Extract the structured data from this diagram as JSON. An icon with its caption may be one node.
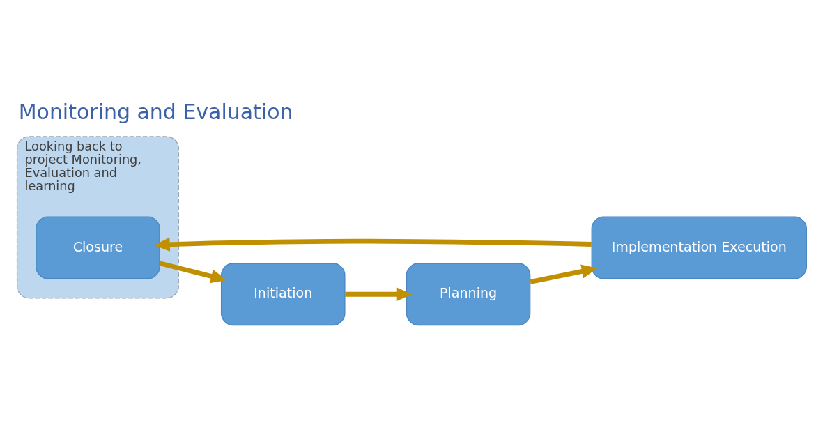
{
  "diagram": {
    "title": "Monitoring and Evaluation",
    "nodes": [
      {
        "text": [
          "Initiation"
        ]
      },
      {
        "text": [
          "Planning"
        ]
      },
      {
        "text": [
          "Implementation Execution"
        ]
      },
      {
        "text": [
          "Looking back to project Monitoring, Evaluation and learning"
        ]
      },
      {
        "text": [
          "Closure"
        ],
        "in": 3
      }
    ],
    "edges": [
      {
        "from": 0,
        "to": 1,
        "arrow": "to"
      },
      {
        "from": 1,
        "to": 2,
        "arrow": "to"
      },
      {
        "from": 2,
        "to": 4,
        "arrow": "to"
      },
      {
        "from": 4,
        "to": 0,
        "arrow": "to"
      }
    ]
  }
}
